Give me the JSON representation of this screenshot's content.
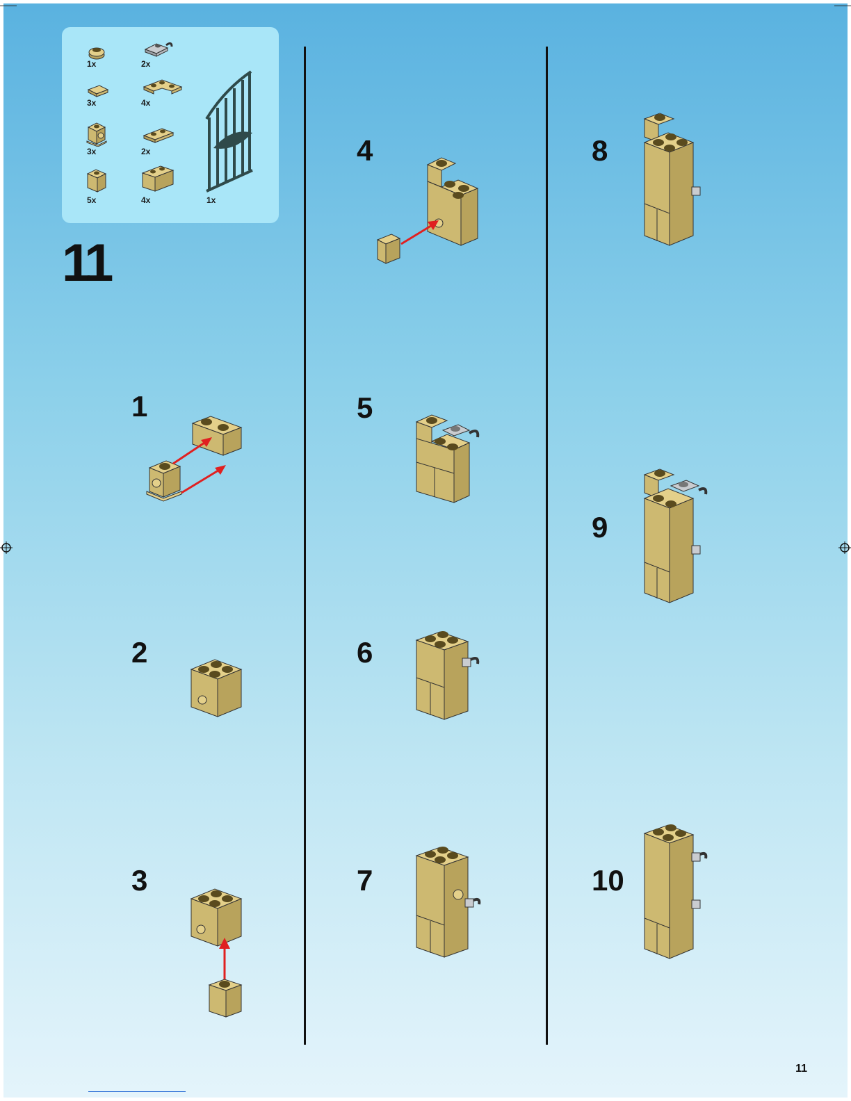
{
  "main_step": "11",
  "page_number": "11",
  "parts": [
    {
      "qty": "1x",
      "icon": "round-plate-1x1-icon"
    },
    {
      "qty": "2x",
      "icon": "plate-with-clip-icon"
    },
    {
      "qty": "3x",
      "icon": "tile-1x1-icon"
    },
    {
      "qty": "4x",
      "icon": "corner-plate-icon"
    },
    {
      "qty": "3x",
      "icon": "brick-with-stud-side-icon"
    },
    {
      "qty": "2x",
      "icon": "plate-1x2-icon"
    },
    {
      "qty": "5x",
      "icon": "brick-1x1-icon"
    },
    {
      "qty": "4x",
      "icon": "brick-1x2-icon"
    },
    {
      "qty": "1x",
      "icon": "gate-icon"
    }
  ],
  "steps": [
    "1",
    "2",
    "3",
    "4",
    "5",
    "6",
    "7",
    "8",
    "9",
    "10"
  ],
  "colors": {
    "tan": "#e4d08a",
    "tan_dark": "#b8a35c",
    "gray": "#b5b8bc",
    "gate": "#2f4a4a",
    "arrow": "#e02020",
    "panel": "#a9e6f8"
  }
}
